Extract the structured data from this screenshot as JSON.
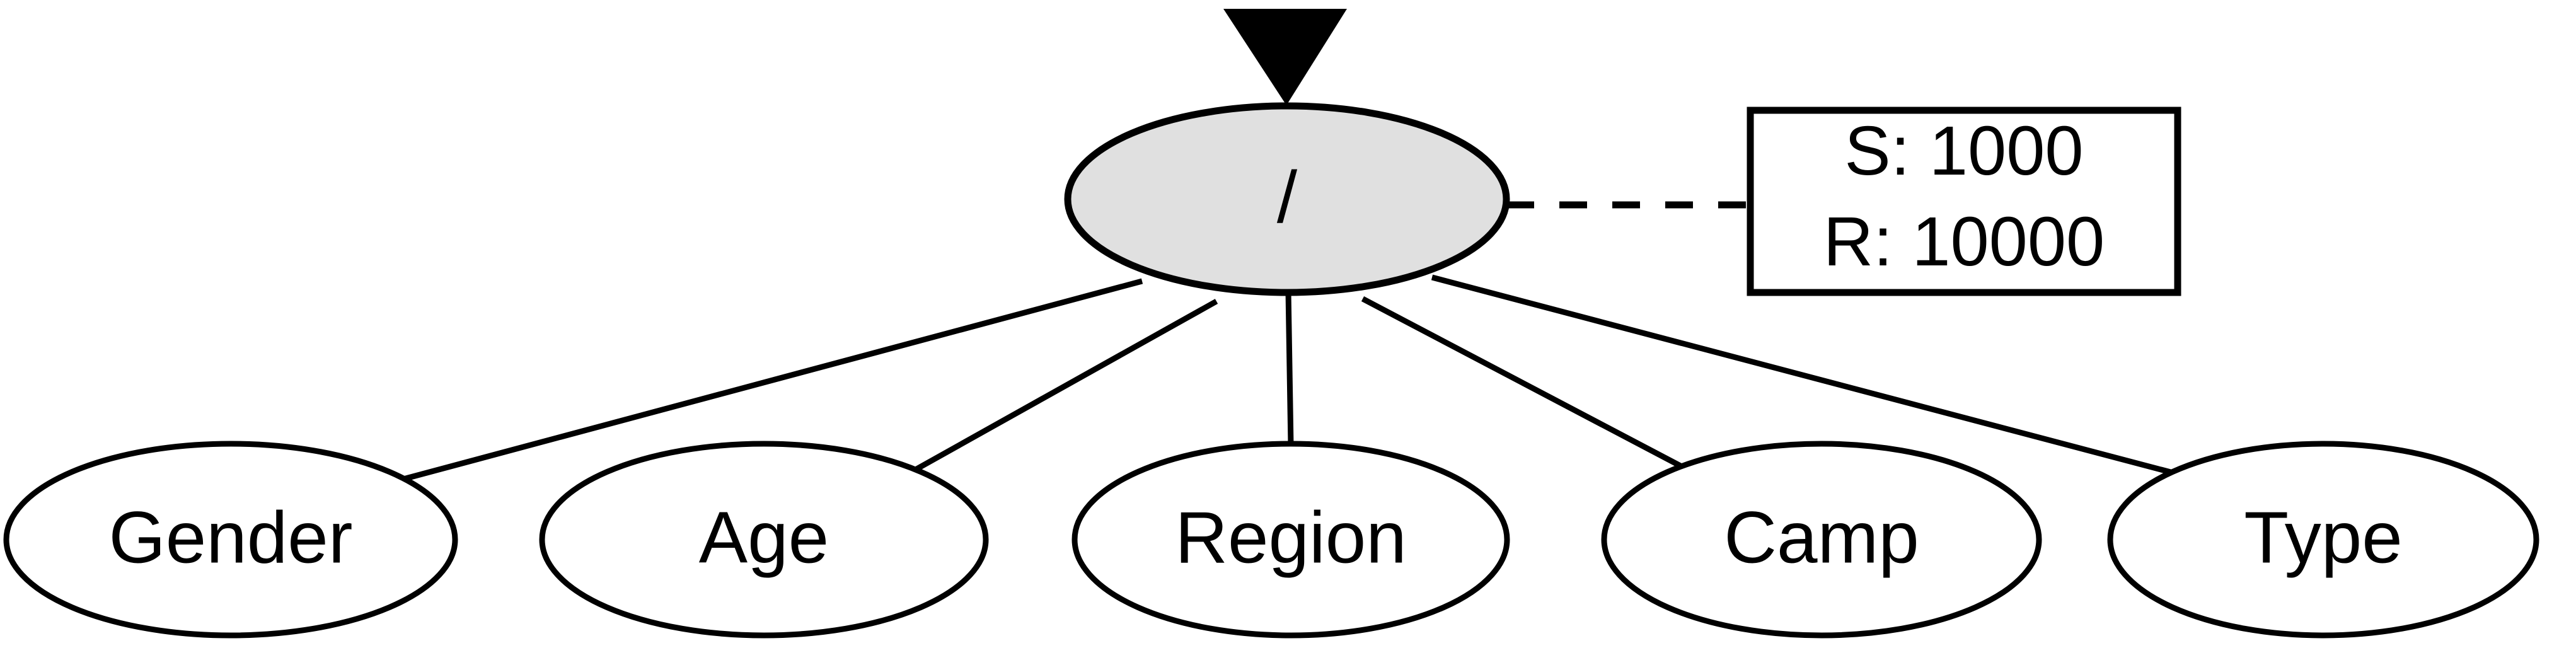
{
  "diagram": {
    "kind": "tree-diagram",
    "background_color": "#ffffff",
    "stroke_color": "#000000",
    "root_fill_color": "#e0e0e0",
    "node_fill_color": "#ffffff",
    "root_marker": {
      "name": "root-pointer-triangle",
      "shape": "filled-down-triangle",
      "color": "#000000"
    },
    "root_node": {
      "id": "root",
      "label": "/"
    },
    "annotation": {
      "id": "root-stats",
      "connector_style": "dashed",
      "lines": [
        "S: 1000",
        "R: 10000"
      ],
      "line1": "S: 1000",
      "line2": "R: 10000"
    },
    "children": [
      {
        "id": "gender",
        "label": "Gender"
      },
      {
        "id": "age",
        "label": "Age"
      },
      {
        "id": "region",
        "label": "Region"
      },
      {
        "id": "camp",
        "label": "Camp"
      },
      {
        "id": "type",
        "label": "Type"
      }
    ]
  }
}
